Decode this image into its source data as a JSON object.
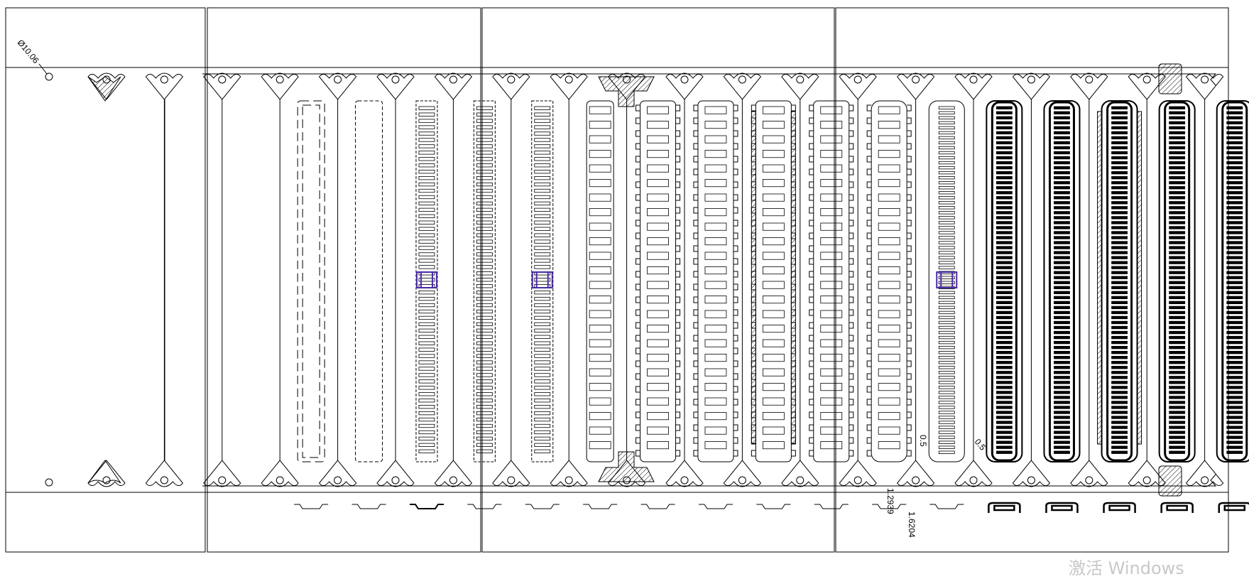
{
  "drawing": {
    "dimensions": {
      "pilot_hole": "Ø10.06",
      "dim_a": "1.2939",
      "dim_b": "1.6204",
      "dim_c": "0.5",
      "dim_d": "0.5"
    },
    "colors": {
      "line": "#000000",
      "highlight": "#4b2aa8",
      "watermark": "#c8c8c8"
    }
  },
  "watermark": "激活 Windows"
}
